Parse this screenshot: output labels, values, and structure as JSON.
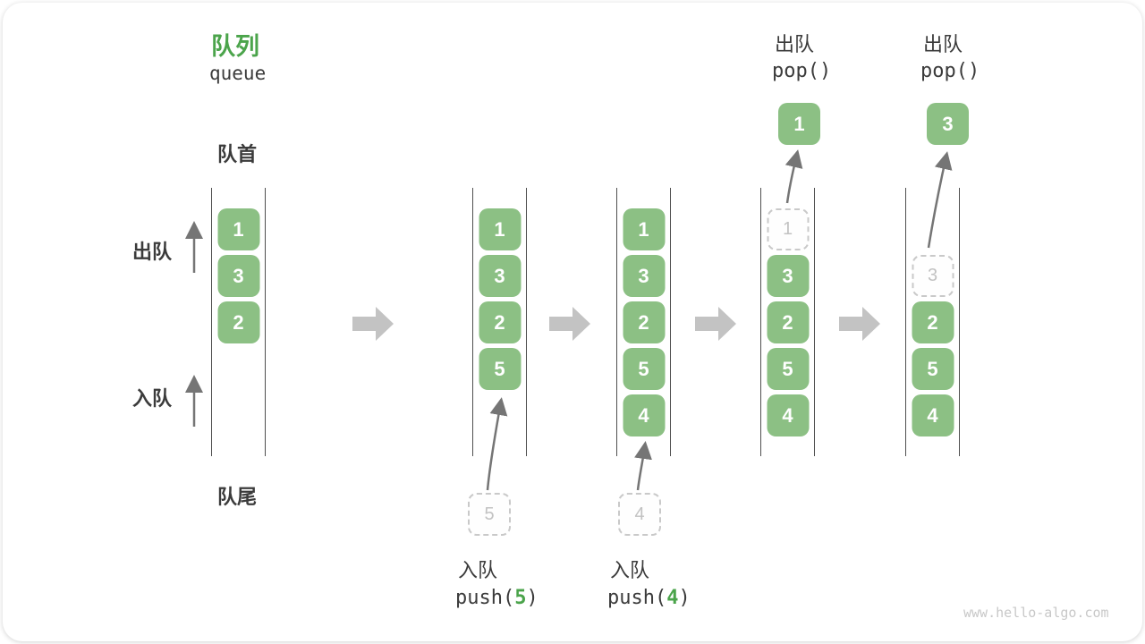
{
  "title": {
    "zh": "队列",
    "en": "queue"
  },
  "side_labels": {
    "front": "队首",
    "rear": "队尾",
    "dequeue": "出队",
    "enqueue": "入队"
  },
  "queues": [
    {
      "cells": [
        "1",
        "3",
        "2"
      ]
    },
    {
      "cells": [
        "1",
        "3",
        "2",
        "5"
      ],
      "enqueue": {
        "pending": "5",
        "action": "入队",
        "fn_pre": "push(",
        "fn_arg": "5",
        "fn_post": ")"
      }
    },
    {
      "cells": [
        "1",
        "3",
        "2",
        "5",
        "4"
      ],
      "enqueue": {
        "pending": "4",
        "action": "入队",
        "fn_pre": "push(",
        "fn_arg": "4",
        "fn_post": ")"
      }
    },
    {
      "cells": [
        "1",
        "3",
        "2",
        "5",
        "4"
      ],
      "dequeue": {
        "popped": "1",
        "action": "出队",
        "fn": "pop()"
      }
    },
    {
      "cells": [
        "3",
        "2",
        "5",
        "4"
      ],
      "dequeue": {
        "popped": "3",
        "action": "出队",
        "fn": "pop()"
      }
    }
  ],
  "icons": {
    "flow_arrow": "block-arrow-right",
    "enqueue_arrow": "thin-arrow-up",
    "dequeue_arrow": "thin-arrow-up"
  },
  "colors": {
    "green": "#8CC084",
    "title_green": "#4BA44B",
    "dark": "#3B3B3B",
    "thin_arrow": "#757575",
    "block_arrow": "#c3c3c3",
    "dashed_border": "#c9c9c9",
    "dashed_text": "#c2c2c2",
    "line": "#4f4f4f",
    "watermark": "#c8c8c8"
  },
  "watermark": "www.hello-algo.com"
}
